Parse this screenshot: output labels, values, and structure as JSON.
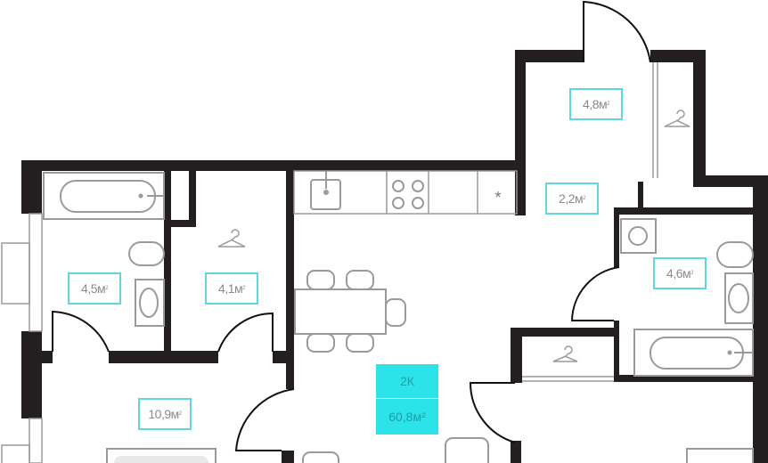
{
  "plan": {
    "rooms_count": "2К",
    "total_area": "60,8м²",
    "accent_color": "#2de3ea",
    "rooms": [
      {
        "id": "hall",
        "area": "4,8м"
      },
      {
        "id": "corridor",
        "area": "2,2м"
      },
      {
        "id": "bathroom-right",
        "area": "4,6м"
      },
      {
        "id": "bathroom-left",
        "area": "4,5м"
      },
      {
        "id": "wardrobe",
        "area": "4,1м"
      },
      {
        "id": "bedroom",
        "area": "10,9м"
      }
    ],
    "unit_sup": "2"
  }
}
